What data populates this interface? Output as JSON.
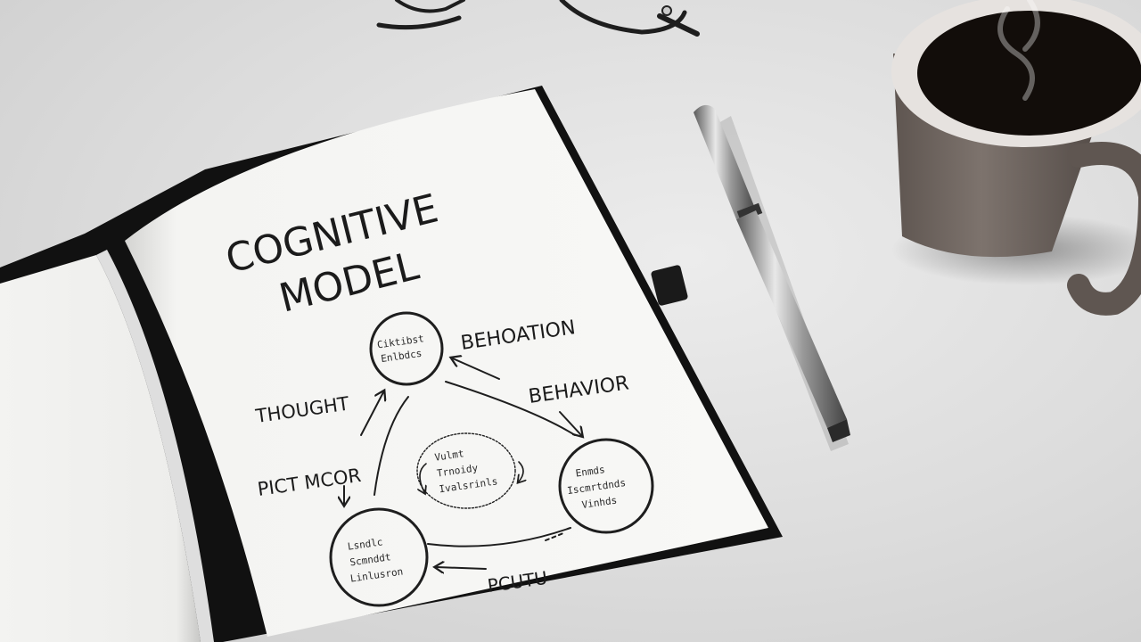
{
  "notebook": {
    "title_line1": "COGNITIVE",
    "title_line2": "MODEL",
    "labels": {
      "behaviour_top": "BEHOATION",
      "behavior": "BEHAVIOR",
      "thought": "THOUGHT",
      "pictor": "PICT MCOR",
      "bottom": "PCUTU"
    },
    "node_text": {
      "top": [
        "Ciktibst",
        "Enlbdcs"
      ],
      "center": [
        "Vulmt",
        "Trnoidy",
        "Ivalsrinls"
      ],
      "right": [
        "Enmds",
        "Iscmrtdnds",
        "Vinhds"
      ],
      "bottom_left": [
        "Lsndlc",
        "Scmnddt",
        "Linlusron"
      ]
    }
  },
  "objects": [
    "glasses",
    "pen",
    "coffee-cup"
  ],
  "colors": {
    "desk": "#d9d9d9",
    "paper": "#f6f6f4",
    "notebook_cover": "#111111",
    "coffee": "#120d0a",
    "mug": "#6e6560"
  }
}
